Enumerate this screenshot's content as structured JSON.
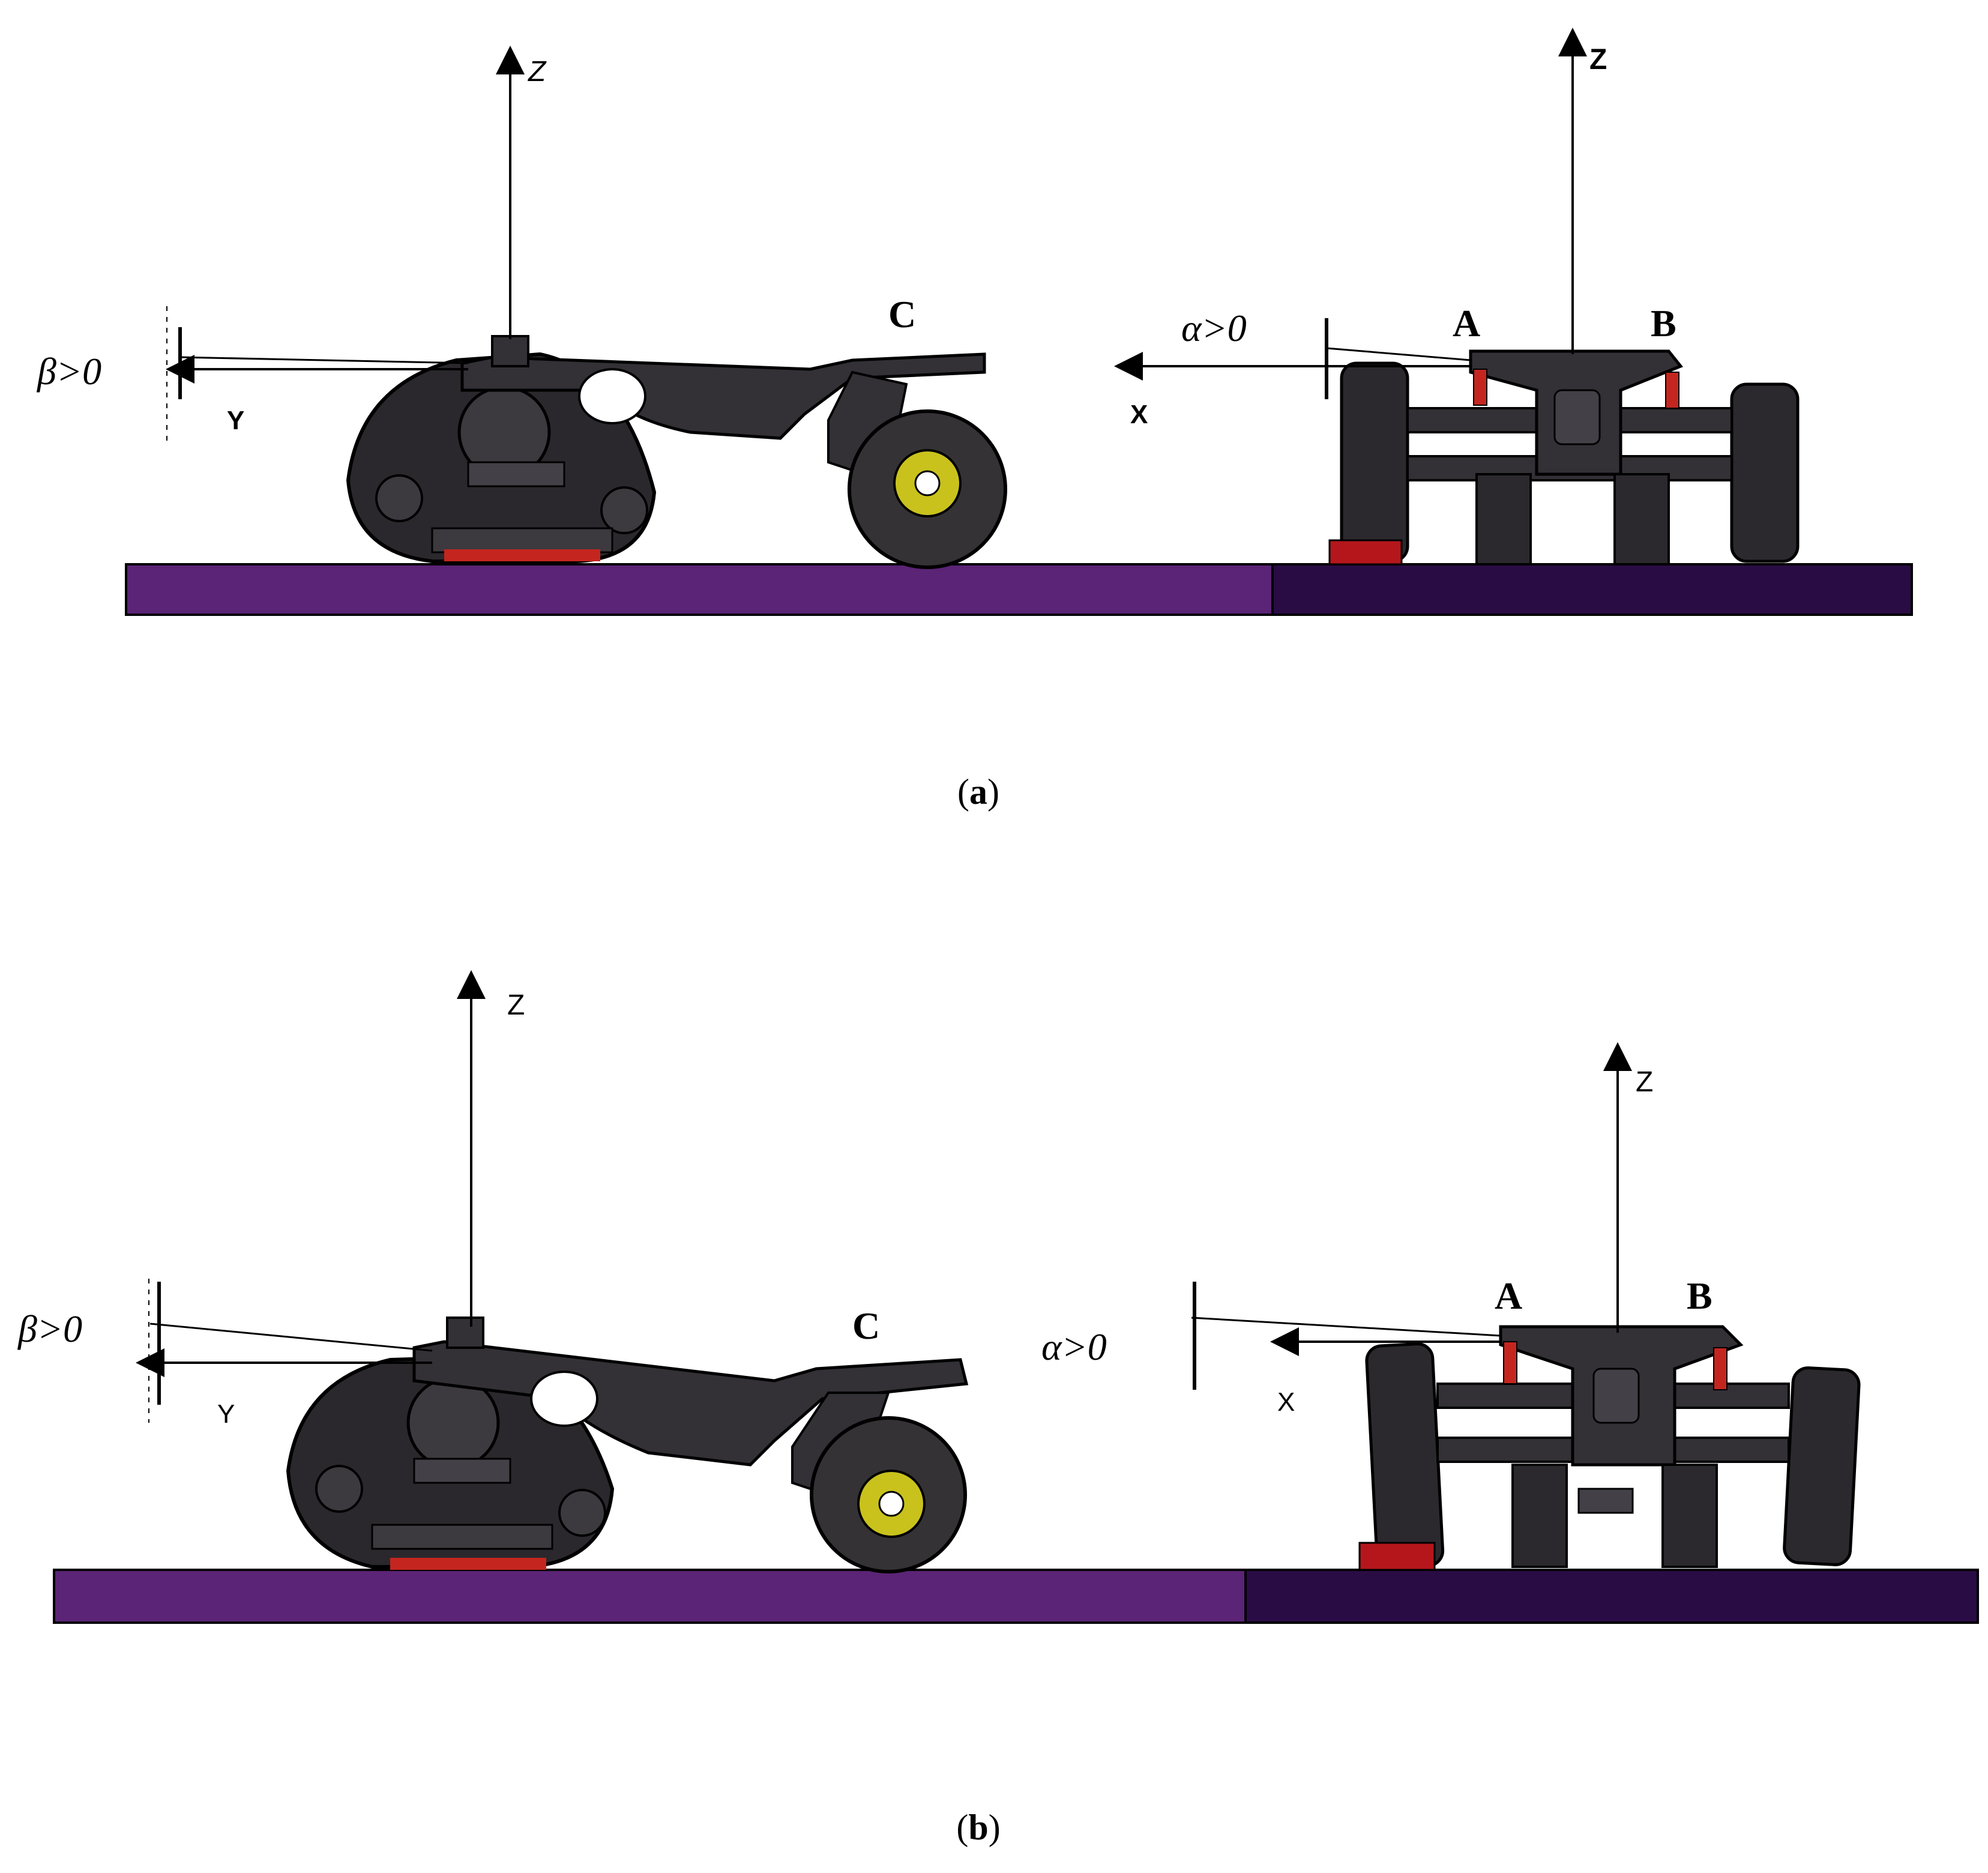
{
  "panels": [
    {
      "id": "a",
      "caption_letter": "a",
      "side_view": {
        "axis_vertical": "Z",
        "axis_horizontal": "Y",
        "angle_label": "β>0",
        "point_label": "C"
      },
      "front_view": {
        "axis_vertical": "Z",
        "axis_horizontal": "X",
        "angle_label": "α>0",
        "point_labels": [
          "A",
          "B"
        ]
      }
    },
    {
      "id": "b",
      "caption_letter": "b",
      "side_view": {
        "axis_vertical": "Z",
        "axis_horizontal": "Y",
        "angle_label": "β>0",
        "point_label": "C"
      },
      "front_view": {
        "axis_vertical": "Z",
        "axis_horizontal": "X",
        "angle_label": "α>0",
        "point_labels": [
          "A",
          "B"
        ]
      }
    }
  ],
  "colors": {
    "ground_left": "#5b2476",
    "ground_right": "#2a0c44",
    "vehicle_body": "#333036",
    "accent_red": "#c4261f",
    "hub_yellow": "#c9c21c"
  }
}
